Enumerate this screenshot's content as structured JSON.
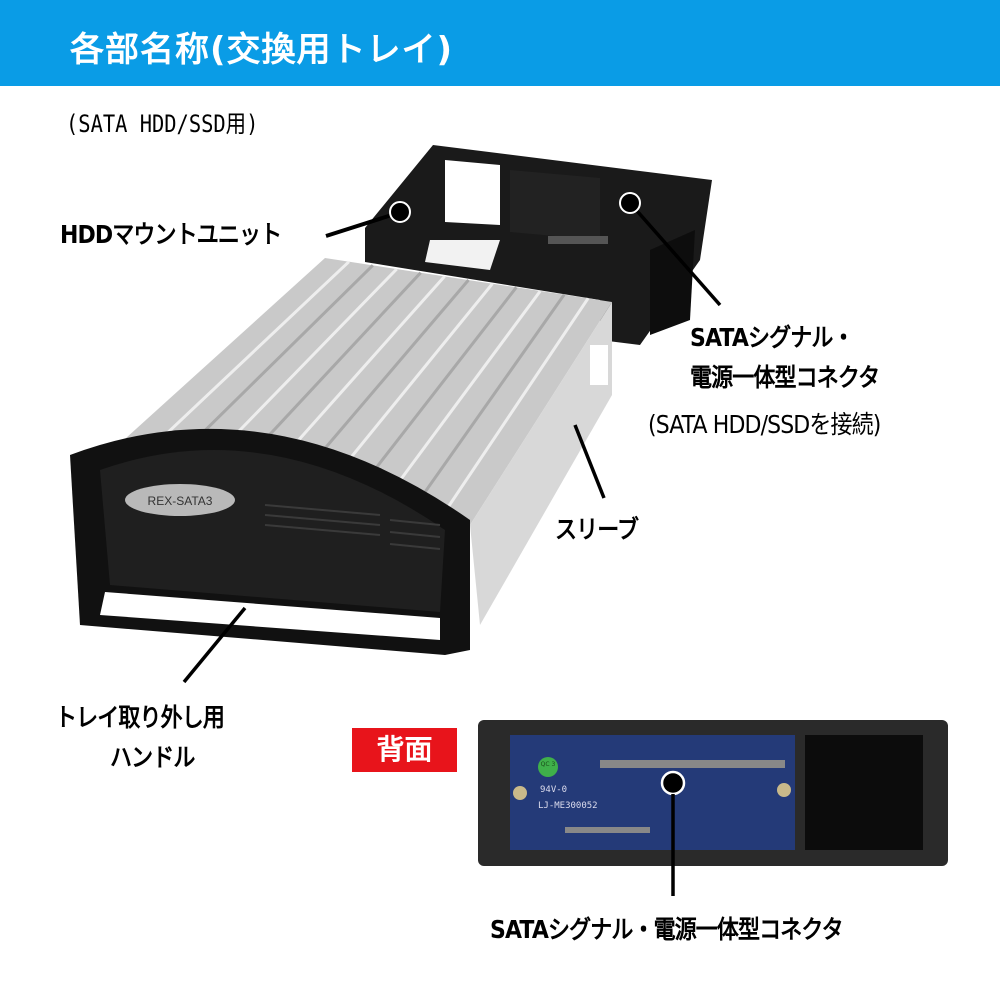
{
  "header": {
    "title": "各部名称(交換用トレイ)",
    "background": "#0a9ce6"
  },
  "subtitle": "(SATA HDD/SSD用)",
  "labels": {
    "mount_unit": "HDDマウントユニット",
    "connector_line1": "SATAシグナル・",
    "connector_line2": "電源一体型コネクタ",
    "connector_note": "(SATA HDD/SSDを接続)",
    "sleeve": "スリーブ",
    "handle_line1": "トレイ取り外し用",
    "handle_line2": "ハンドル",
    "back_connector": "SATAシグナル・電源一体型コネクタ"
  },
  "back_badge": {
    "text": "背面",
    "color": "#e8141b"
  },
  "product_logo": "REX-SATA3",
  "pcb_markings": {
    "qc": "QC 3",
    "rating": "94V-0",
    "part": "LJ-ME300052"
  }
}
